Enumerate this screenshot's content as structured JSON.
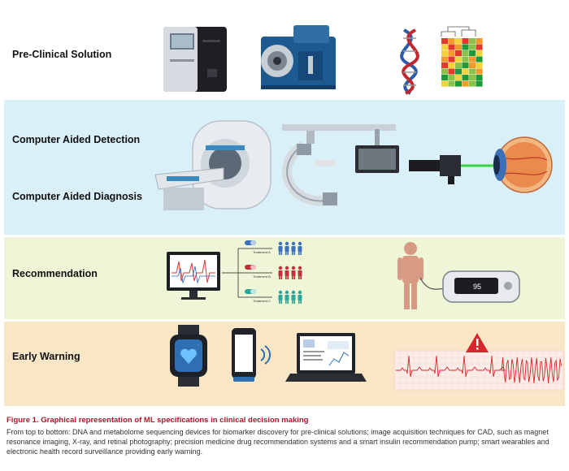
{
  "bands": {
    "preclinical": {
      "label": "Pre-Clinical Solution",
      "color": "#ffffff"
    },
    "cad": {
      "label_detection": "Computer Aided Detection",
      "label_diagnosis": "Computer Aided Diagnosis",
      "color": "#d9f0f8"
    },
    "recommendation": {
      "label": "Recommendation",
      "color": "#eef6d7",
      "treatments": [
        "Treatment A",
        "Treatment B",
        "Treatment C"
      ],
      "device_reading": "95"
    },
    "early_warning": {
      "label": "Early Warning",
      "color": "#f8e6c6"
    }
  },
  "caption": {
    "title": "Figure 1.  Graphical representation of ML specifications in clinical decision making",
    "text": "From top to bottom: DNA and metabolome sequencing devices for biomarker discovery for pre-clinical solutions; image acquisition techniques for CAD, such as magnet resonance imaging, X-ray, and retinal photography; precision medicine drug recommendation systems and a smart insulin recommendation pump; smart wearables and electronic health record surveillance providing early warning."
  },
  "icons": [
    "sequencer-icon",
    "mass-spectrometer-icon",
    "dna-helix-icon",
    "heatmap-icon",
    "mri-scanner-icon",
    "xray-c-arm-icon",
    "monitor-icon",
    "retinal-camera-icon",
    "eye-icon",
    "ecg-monitor-icon",
    "pill-icon",
    "people-icon",
    "person-icon",
    "insulin-pump-icon",
    "smartwatch-icon",
    "smartphone-icon",
    "laptop-icon",
    "warning-icon",
    "ecg-trace-icon"
  ],
  "colors": {
    "caption_title": "#b0142a",
    "alert": "#d9262c",
    "band_blue": "#d9f0f8",
    "band_green": "#eef6d7",
    "band_orange": "#f8e6c6"
  }
}
